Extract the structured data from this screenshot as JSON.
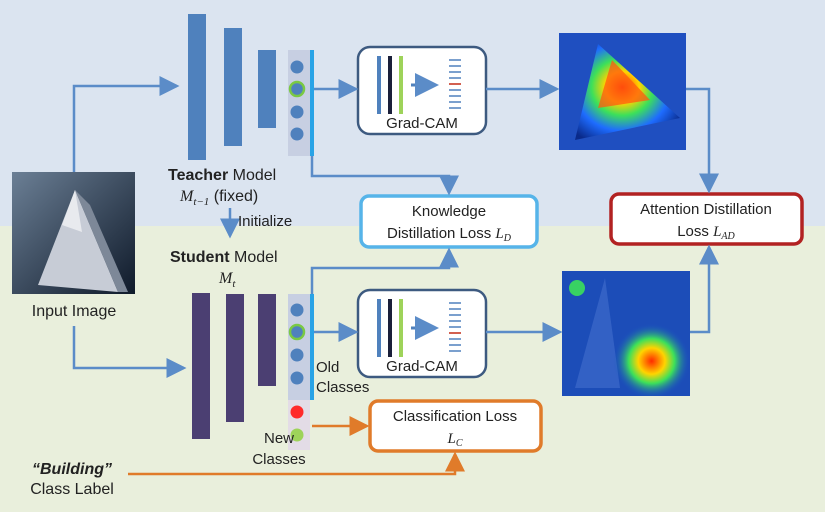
{
  "input": {
    "label": "Input Image"
  },
  "teacher": {
    "name_bold": "Teacher",
    "name_rest": " Model",
    "symbol": "M",
    "subscript": "t−1",
    "suffix": " (fixed)"
  },
  "initialize": {
    "label": "Initialize"
  },
  "student": {
    "name_bold": "Student",
    "name_rest": " Model",
    "symbol": "M",
    "subscript": "t"
  },
  "gradcam": {
    "label": "Grad-CAM"
  },
  "kd_loss": {
    "line1": "Knowledge",
    "line2": "Distillation Loss ",
    "symbol": "L",
    "subscript": "D"
  },
  "ad_loss": {
    "line1": "Attention Distillation",
    "line2": "Loss ",
    "symbol": "L",
    "subscript": "AD"
  },
  "cls_loss": {
    "line1": "Classification Loss",
    "symbol": "L",
    "subscript": "C"
  },
  "old_classes": {
    "line1": "Old",
    "line2": "Classes"
  },
  "new_classes": {
    "line1": "New",
    "line2": "Classes"
  },
  "class_label": {
    "quote": "“Building”",
    "line2": "Class Label"
  },
  "colors": {
    "top_band": "#dbe4f0",
    "bottom_band": "#e9efdc",
    "teacher_bar": "#4f81bd",
    "student_bar": "#4b3f72",
    "arrow_blue": "#5b8cc8",
    "arrow_orange": "#e07b2a",
    "kd_border": "#56b4e9",
    "ad_border": "#b22222",
    "cls_border": "#e07b2a",
    "gradcam_border": "#3d5a80"
  }
}
